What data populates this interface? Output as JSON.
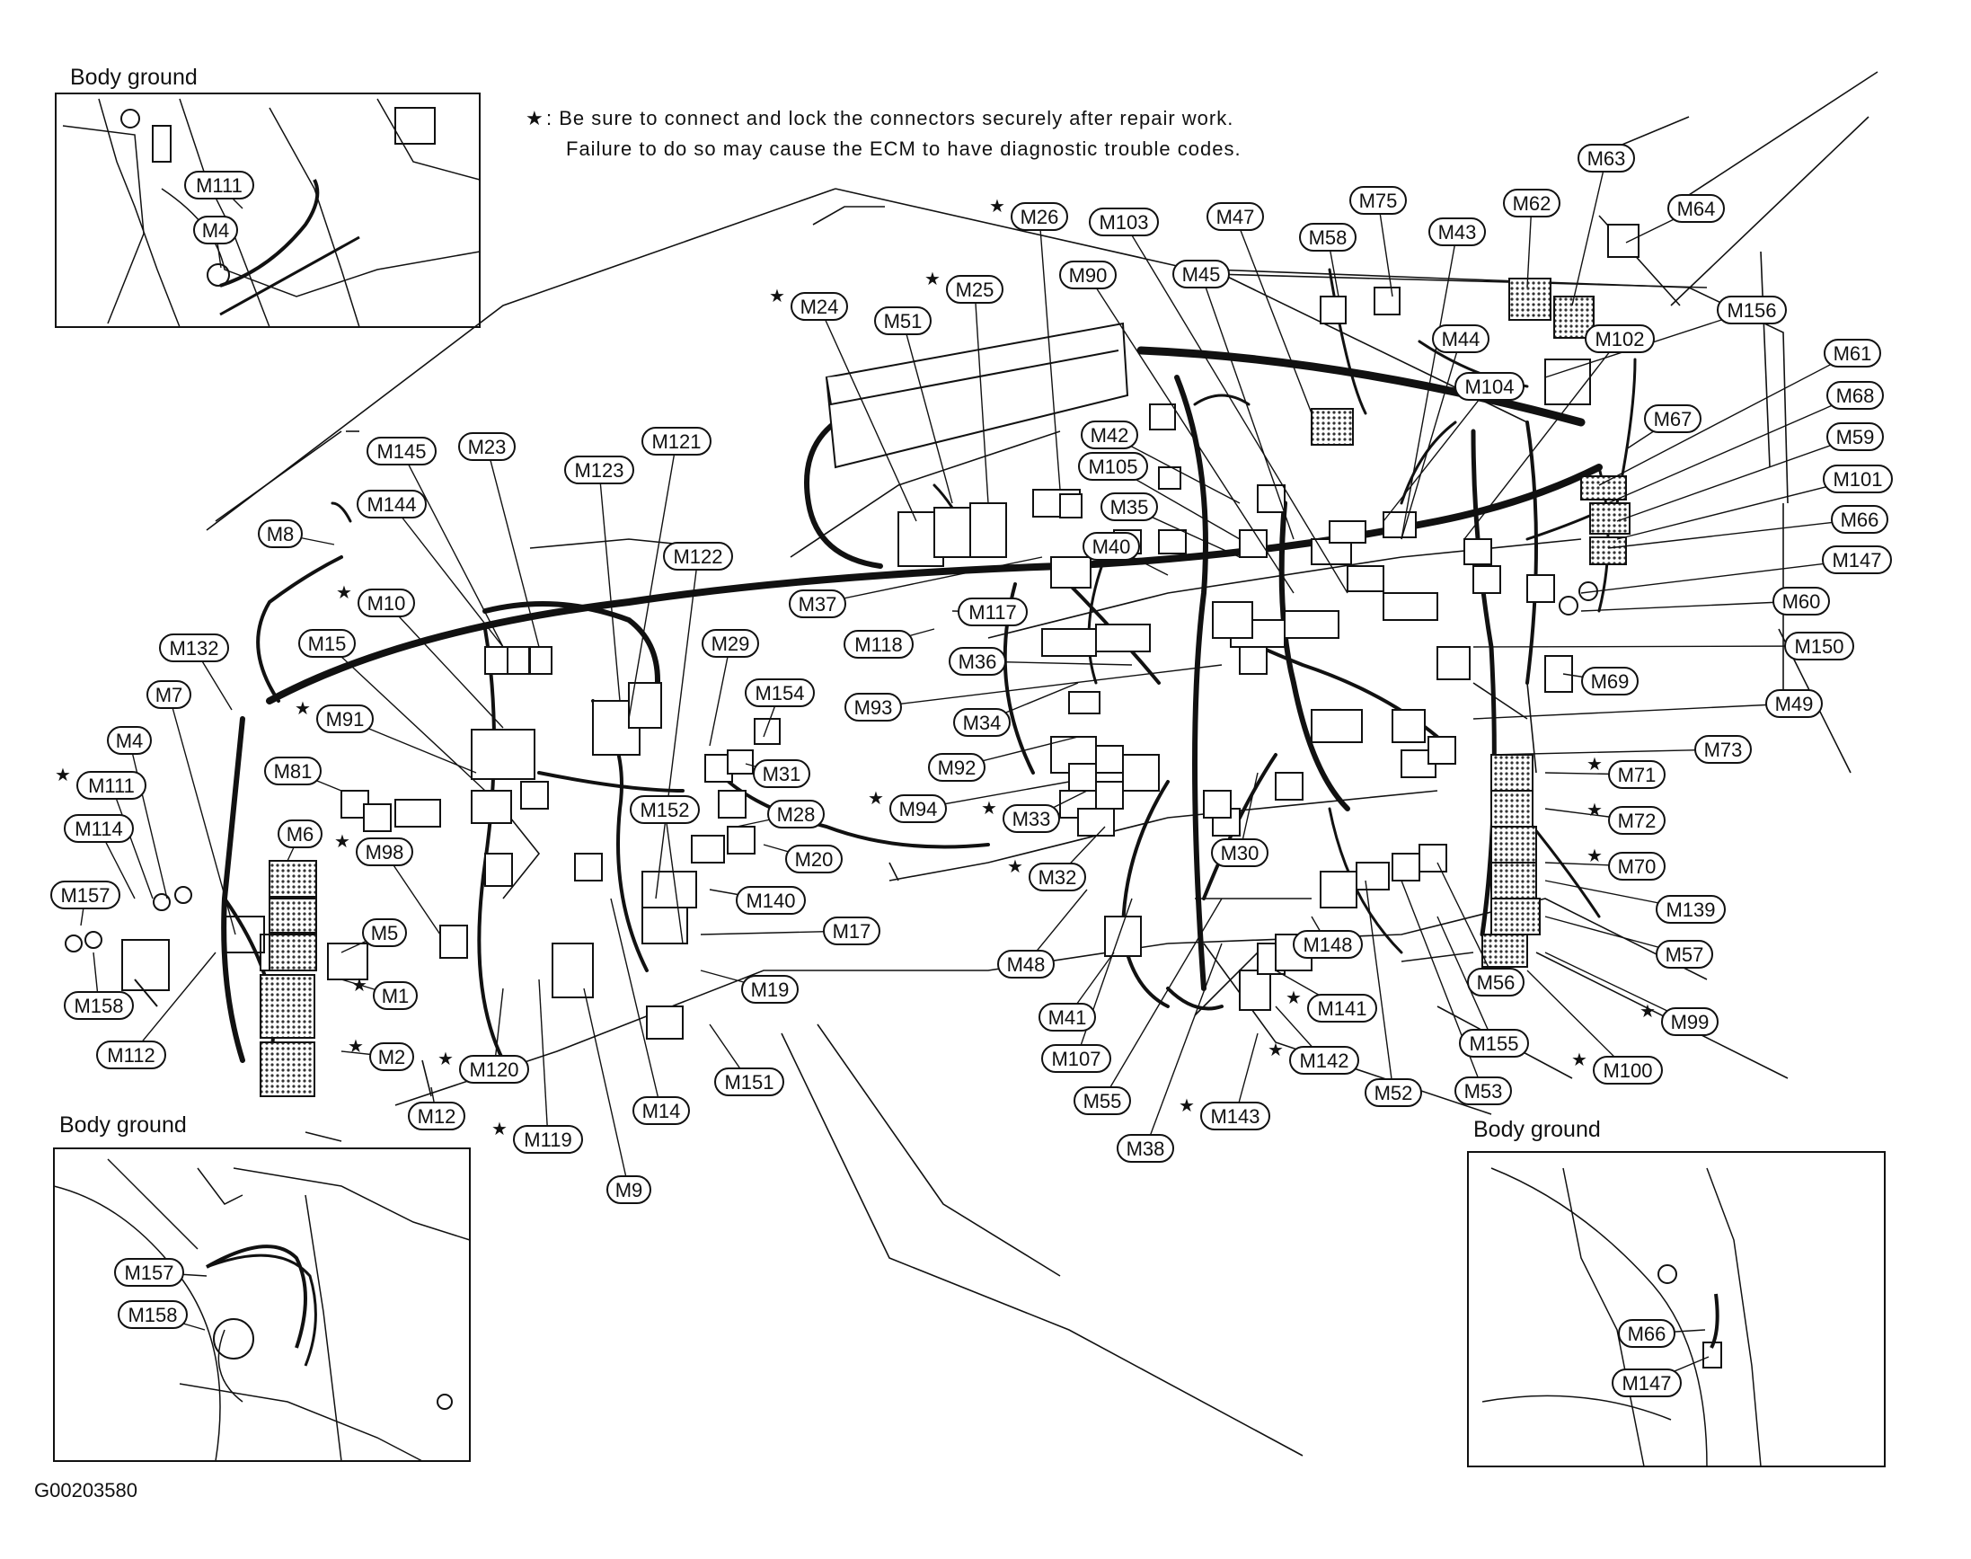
{
  "note": {
    "star": "★",
    "line1": ": Be sure to connect and lock the connectors securely after repair work.",
    "line2": "Failure to do so may cause the ECM to have diagnostic trouble codes."
  },
  "insets": {
    "top_left_title": "Body ground",
    "bottom_left_title": "Body ground",
    "bottom_right_title": "Body ground"
  },
  "figure_id": "G00203580",
  "connectors": [
    {
      "id": "M111i",
      "label": "M111",
      "star": false
    },
    {
      "id": "M4i",
      "label": "M4",
      "star": false
    },
    {
      "id": "M157i",
      "label": "M157",
      "star": false
    },
    {
      "id": "M158i",
      "label": "M158",
      "star": false
    },
    {
      "id": "M66i",
      "label": "M66",
      "star": false
    },
    {
      "id": "M147i",
      "label": "M147",
      "star": false
    },
    {
      "id": "M8",
      "label": "M8",
      "star": false
    },
    {
      "id": "M10",
      "label": "M10",
      "star": true
    },
    {
      "id": "M15",
      "label": "M15",
      "star": false
    },
    {
      "id": "M132",
      "label": "M132",
      "star": false
    },
    {
      "id": "M7",
      "label": "M7",
      "star": false
    },
    {
      "id": "M91",
      "label": "M91",
      "star": true
    },
    {
      "id": "M4",
      "label": "M4",
      "star": false
    },
    {
      "id": "M81",
      "label": "M81",
      "star": false
    },
    {
      "id": "M111",
      "label": "M111",
      "star": true
    },
    {
      "id": "M114",
      "label": "M114",
      "star": false
    },
    {
      "id": "M6",
      "label": "M6",
      "star": false
    },
    {
      "id": "M98",
      "label": "M98",
      "star": true
    },
    {
      "id": "M157",
      "label": "M157",
      "star": false
    },
    {
      "id": "M5",
      "label": "M5",
      "star": false
    },
    {
      "id": "M1",
      "label": "M1",
      "star": true
    },
    {
      "id": "M2",
      "label": "M2",
      "star": true
    },
    {
      "id": "M158",
      "label": "M158",
      "star": false
    },
    {
      "id": "M112",
      "label": "M112",
      "star": false
    },
    {
      "id": "M12",
      "label": "M12",
      "star": false
    },
    {
      "id": "M120",
      "label": "M120",
      "star": true
    },
    {
      "id": "M119",
      "label": "M119",
      "star": true
    },
    {
      "id": "M9",
      "label": "M9",
      "star": false
    },
    {
      "id": "M14",
      "label": "M14",
      "star": false
    },
    {
      "id": "M151",
      "label": "M151",
      "star": false
    },
    {
      "id": "M19",
      "label": "M19",
      "star": false
    },
    {
      "id": "M17",
      "label": "M17",
      "star": false
    },
    {
      "id": "M140",
      "label": "M140",
      "star": false
    },
    {
      "id": "M20",
      "label": "M20",
      "star": false
    },
    {
      "id": "M152",
      "label": "M152",
      "star": false
    },
    {
      "id": "M28",
      "label": "M28",
      "star": false
    },
    {
      "id": "M31",
      "label": "M31",
      "star": false
    },
    {
      "id": "M29",
      "label": "M29",
      "star": false
    },
    {
      "id": "M154",
      "label": "M154",
      "star": false
    },
    {
      "id": "M122",
      "label": "M122",
      "star": false
    },
    {
      "id": "M121",
      "label": "M121",
      "star": false
    },
    {
      "id": "M123",
      "label": "M123",
      "star": false
    },
    {
      "id": "M145",
      "label": "M145",
      "star": false
    },
    {
      "id": "M23",
      "label": "M23",
      "star": false
    },
    {
      "id": "M144",
      "label": "M144",
      "star": false
    },
    {
      "id": "M24",
      "label": "M24",
      "star": true
    },
    {
      "id": "M51",
      "label": "M51",
      "star": false
    },
    {
      "id": "M25",
      "label": "M25",
      "star": true
    },
    {
      "id": "M26",
      "label": "M26",
      "star": true
    },
    {
      "id": "M103",
      "label": "M103",
      "star": false
    },
    {
      "id": "M47",
      "label": "M47",
      "star": false
    },
    {
      "id": "M75",
      "label": "M75",
      "star": false
    },
    {
      "id": "M58",
      "label": "M58",
      "star": false
    },
    {
      "id": "M43",
      "label": "M43",
      "star": false
    },
    {
      "id": "M62",
      "label": "M62",
      "star": false
    },
    {
      "id": "M63",
      "label": "M63",
      "star": false
    },
    {
      "id": "M64",
      "label": "M64",
      "star": false
    },
    {
      "id": "M90",
      "label": "M90",
      "star": false
    },
    {
      "id": "M45",
      "label": "M45",
      "star": false
    },
    {
      "id": "M44",
      "label": "M44",
      "star": false
    },
    {
      "id": "M102",
      "label": "M102",
      "star": false
    },
    {
      "id": "M156",
      "label": "M156",
      "star": false
    },
    {
      "id": "M104",
      "label": "M104",
      "star": false
    },
    {
      "id": "M42",
      "label": "M42",
      "star": false
    },
    {
      "id": "M105",
      "label": "M105",
      "star": false
    },
    {
      "id": "M35",
      "label": "M35",
      "star": false
    },
    {
      "id": "M40",
      "label": "M40",
      "star": false
    },
    {
      "id": "M37",
      "label": "M37",
      "star": false
    },
    {
      "id": "M117",
      "label": "M117",
      "star": false
    },
    {
      "id": "M118",
      "label": "M118",
      "star": false
    },
    {
      "id": "M36",
      "label": "M36",
      "star": false
    },
    {
      "id": "M93",
      "label": "M93",
      "star": false
    },
    {
      "id": "M34",
      "label": "M34",
      "star": false
    },
    {
      "id": "M92",
      "label": "M92",
      "star": false
    },
    {
      "id": "M94",
      "label": "M94",
      "star": true
    },
    {
      "id": "M33",
      "label": "M33",
      "star": true
    },
    {
      "id": "M32",
      "label": "M32",
      "star": true
    },
    {
      "id": "M61",
      "label": "M61",
      "star": false
    },
    {
      "id": "M68",
      "label": "M68",
      "star": false
    },
    {
      "id": "M67",
      "label": "M67",
      "star": false
    },
    {
      "id": "M59",
      "label": "M59",
      "star": false
    },
    {
      "id": "M101",
      "label": "M101",
      "star": false
    },
    {
      "id": "M66",
      "label": "M66",
      "star": false
    },
    {
      "id": "M147",
      "label": "M147",
      "star": false
    },
    {
      "id": "M60",
      "label": "M60",
      "star": false
    },
    {
      "id": "M150",
      "label": "M150",
      "star": false
    },
    {
      "id": "M69",
      "label": "M69",
      "star": false
    },
    {
      "id": "M49",
      "label": "M49",
      "star": false
    },
    {
      "id": "M73",
      "label": "M73",
      "star": false
    },
    {
      "id": "M71",
      "label": "M71",
      "star": true
    },
    {
      "id": "M72",
      "label": "M72",
      "star": true
    },
    {
      "id": "M70",
      "label": "M70",
      "star": true
    },
    {
      "id": "M139",
      "label": "M139",
      "star": false
    },
    {
      "id": "M57",
      "label": "M57",
      "star": false
    },
    {
      "id": "M99",
      "label": "M99",
      "star": true
    },
    {
      "id": "M100",
      "label": "M100",
      "star": true
    },
    {
      "id": "M56",
      "label": "M56",
      "star": false
    },
    {
      "id": "M155",
      "label": "M155",
      "star": false
    },
    {
      "id": "M53",
      "label": "M53",
      "star": false
    },
    {
      "id": "M52",
      "label": "M52",
      "star": false
    },
    {
      "id": "M148",
      "label": "M148",
      "star": false
    },
    {
      "id": "M141",
      "label": "M141",
      "star": true
    },
    {
      "id": "M142",
      "label": "M142",
      "star": true
    },
    {
      "id": "M143",
      "label": "M143",
      "star": true
    },
    {
      "id": "M30",
      "label": "M30",
      "star": false
    },
    {
      "id": "M48",
      "label": "M48",
      "star": false
    },
    {
      "id": "M41",
      "label": "M41",
      "star": false
    },
    {
      "id": "M107",
      "label": "M107",
      "star": false
    },
    {
      "id": "M55",
      "label": "M55",
      "star": false
    },
    {
      "id": "M38",
      "label": "M38",
      "star": false
    }
  ]
}
